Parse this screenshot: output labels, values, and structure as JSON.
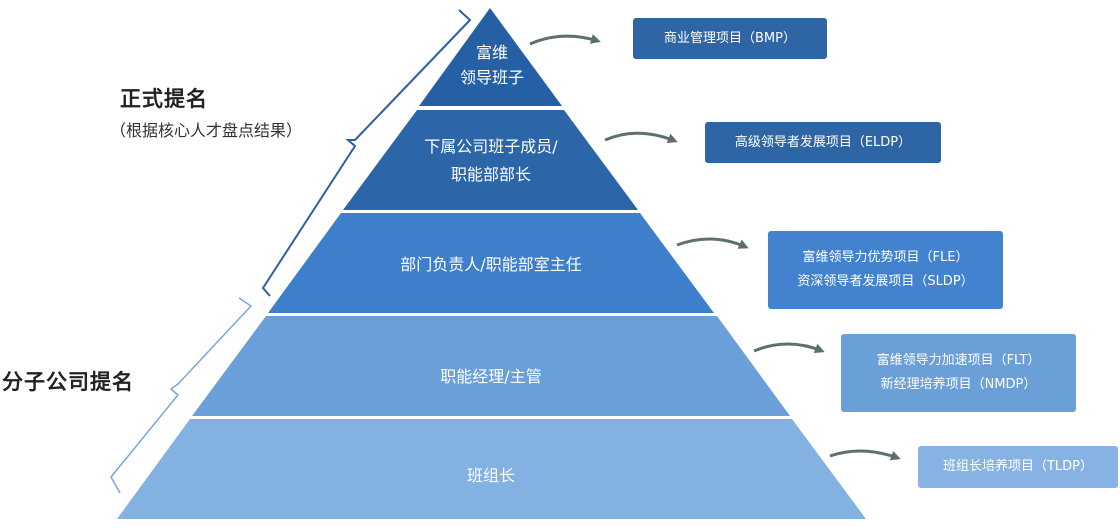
{
  "left_labels": {
    "formal": {
      "title": "正式提名",
      "subtitle": "（根据核心人才盘点结果）"
    },
    "subsidiary": {
      "title": "分子公司提名"
    }
  },
  "pyramid": {
    "layers": [
      {
        "lines": [
          "富维",
          "领导班子"
        ],
        "color": "#2660a4"
      },
      {
        "lines": [
          "下属公司班子成员/",
          "职能部部长"
        ],
        "color": "#2c66a8"
      },
      {
        "lines": [
          "部门负责人/职能部室主任"
        ],
        "color": "#3d7fcb"
      },
      {
        "lines": [
          "职能经理/主管"
        ],
        "color": "#6b9fd9"
      },
      {
        "lines": [
          "班组长"
        ],
        "color": "#82b1e2"
      }
    ]
  },
  "programs": [
    {
      "lines": [
        "商业管理项目（BMP）"
      ],
      "color": "#2e65a5"
    },
    {
      "lines": [
        "高级领导者发展项目（ELDP）"
      ],
      "color": "#2e65a5"
    },
    {
      "lines": [
        "富维领导力优势项目（FLE）",
        "资深领导者发展项目（SLDP）"
      ],
      "color": "#4282ce"
    },
    {
      "lines": [
        "富维领导力加速项目（FLT）",
        "新经理培养项目（NMDP）"
      ],
      "color": "#6a9fd8"
    },
    {
      "lines": [
        "班组长培养项目（TLDP）"
      ],
      "color": "#86b3e4"
    }
  ],
  "colors": {
    "arrow": "#5d6f72",
    "bracket_solid": "#2d5fa3",
    "bracket_light": "#7aa6d8"
  }
}
